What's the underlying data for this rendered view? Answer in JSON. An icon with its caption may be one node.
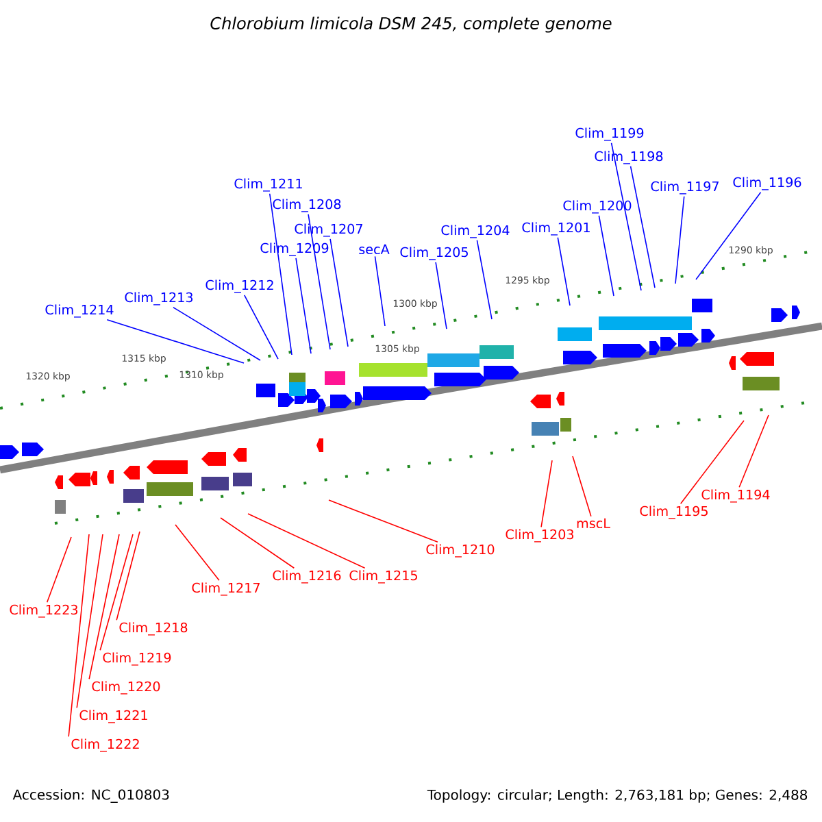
{
  "diagram": {
    "title": "Chlorobium limicola DSM 245, complete genome",
    "nodes": [
      {
        "text": [
          "Clim_1214"
        ]
      },
      {
        "text": [
          "Clim_1213"
        ]
      },
      {
        "text": [
          "Clim_1212"
        ]
      },
      {
        "text": [
          "Clim_1211"
        ]
      },
      {
        "text": [
          "Clim_1209"
        ]
      },
      {
        "text": [
          "Clim_1208"
        ]
      },
      {
        "text": [
          "Clim_1207"
        ]
      },
      {
        "text": [
          "secA"
        ]
      },
      {
        "text": [
          "Clim_1205"
        ]
      },
      {
        "text": [
          "Clim_1204"
        ]
      },
      {
        "text": [
          "Clim_1201"
        ]
      },
      {
        "text": [
          "Clim_1200"
        ]
      },
      {
        "text": [
          "Clim_1199"
        ]
      },
      {
        "text": [
          "Clim_1198"
        ]
      },
      {
        "text": [
          "Clim_1197"
        ]
      },
      {
        "text": [
          "Clim_1196"
        ]
      },
      {
        "text": [
          "Clim_1223"
        ]
      },
      {
        "text": [
          "Clim_1218"
        ]
      },
      {
        "text": [
          "Clim_1219"
        ]
      },
      {
        "text": [
          "Clim_1220"
        ]
      },
      {
        "text": [
          "Clim_1221"
        ]
      },
      {
        "text": [
          "Clim_1222"
        ]
      },
      {
        "text": [
          "Clim_1217"
        ]
      },
      {
        "text": [
          "Clim_1216"
        ]
      },
      {
        "text": [
          "Clim_1215"
        ]
      },
      {
        "text": [
          "Clim_1210"
        ]
      },
      {
        "text": [
          "Clim_1203"
        ]
      },
      {
        "text": [
          "mscL"
        ]
      },
      {
        "text": [
          "Clim_1195"
        ]
      },
      {
        "text": [
          "Clim_1194"
        ]
      }
    ],
    "edges": [
      {
        "from": 0,
        "to": null,
        "arrow": "none"
      },
      {
        "from": 1,
        "to": null,
        "arrow": "none"
      },
      {
        "from": 2,
        "to": null,
        "arrow": "none"
      },
      {
        "from": 3,
        "to": null,
        "arrow": "none"
      },
      {
        "from": 4,
        "to": null,
        "arrow": "none"
      },
      {
        "from": 5,
        "to": null,
        "arrow": "none"
      },
      {
        "from": 6,
        "to": null,
        "arrow": "none"
      },
      {
        "from": 7,
        "to": null,
        "arrow": "none"
      },
      {
        "from": 8,
        "to": null,
        "arrow": "none"
      },
      {
        "from": 9,
        "to": null,
        "arrow": "none"
      },
      {
        "from": 10,
        "to": null,
        "arrow": "none"
      },
      {
        "from": 11,
        "to": null,
        "arrow": "none"
      },
      {
        "from": 12,
        "to": null,
        "arrow": "none"
      },
      {
        "from": 13,
        "to": null,
        "arrow": "none"
      },
      {
        "from": 14,
        "to": null,
        "arrow": "none"
      },
      {
        "from": 15,
        "to": null,
        "arrow": "none"
      },
      {
        "from": 16,
        "to": null,
        "arrow": "none",
        "color": "#ff0000"
      },
      {
        "from": 17,
        "to": null,
        "arrow": "none",
        "color": "#ff0000"
      },
      {
        "from": 18,
        "to": null,
        "arrow": "none",
        "color": "#ff0000"
      },
      {
        "from": 19,
        "to": null,
        "arrow": "none",
        "color": "#ff0000"
      },
      {
        "from": 20,
        "to": null,
        "arrow": "none",
        "color": "#ff0000"
      },
      {
        "from": 21,
        "to": null,
        "arrow": "none",
        "color": "#ff0000"
      },
      {
        "from": 22,
        "to": null,
        "arrow": "none",
        "color": "#ff0000"
      },
      {
        "from": 23,
        "to": null,
        "arrow": "none",
        "color": "#ff0000"
      },
      {
        "from": 24,
        "to": null,
        "arrow": "none",
        "color": "#ff0000"
      },
      {
        "from": 25,
        "to": null,
        "arrow": "none",
        "color": "#ff0000"
      },
      {
        "from": 26,
        "to": null,
        "arrow": "none",
        "color": "#ff0000"
      },
      {
        "from": 27,
        "to": null,
        "arrow": "none",
        "color": "#ff0000"
      },
      {
        "from": 28,
        "to": null,
        "arrow": "none",
        "color": "#ff0000"
      },
      {
        "from": 29,
        "to": null,
        "arrow": "none",
        "color": "#ff0000"
      }
    ],
    "labels": [
      "1290 kbp",
      "1295 kbp",
      "1300 kbp",
      "1305 kbp",
      "1310 kbp",
      "1315 kbp",
      "1320 kbp",
      "Accession: NC_010803",
      "Topology: circular; Length: 2,763,181 bp; Genes: 2,488"
    ]
  }
}
